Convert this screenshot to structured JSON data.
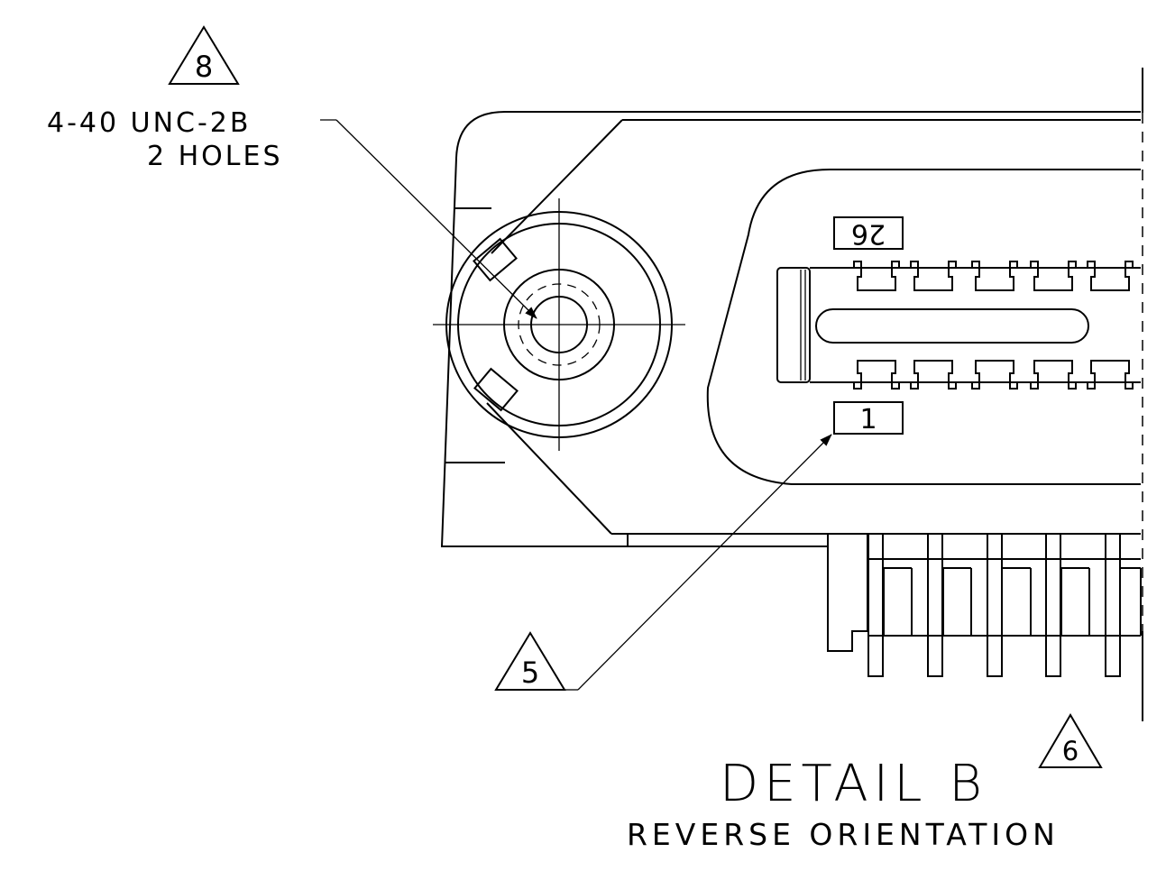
{
  "callouts": {
    "thread_note_line1": "4-40 UNC-2B",
    "thread_note_line2": "2 HOLES",
    "thread_note_flag": "8",
    "pin_one_flag": "5",
    "title_flag": "6"
  },
  "pin_labels": {
    "last_pin": "26",
    "first_pin": "1"
  },
  "title": {
    "main": "DETAIL B",
    "sub": "REVERSE ORIENTATION"
  }
}
